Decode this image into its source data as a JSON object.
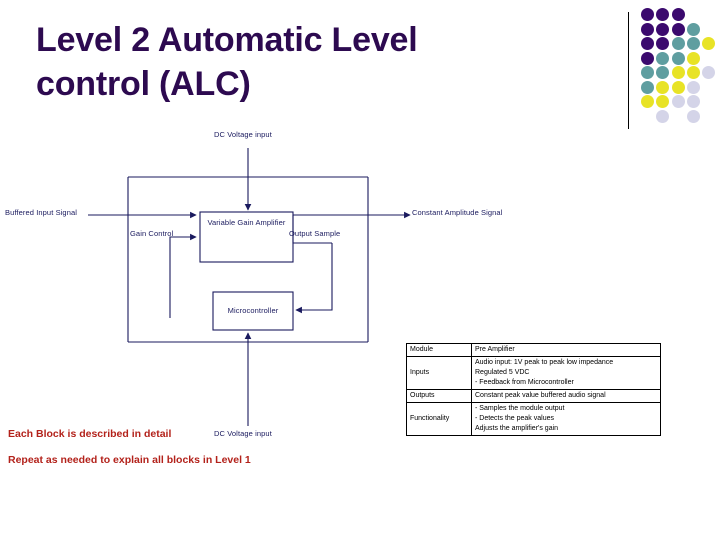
{
  "slide": {
    "title": "Level 2 Automatic Level\ncontrol (ALC)",
    "title_color": "#2d0a50"
  },
  "decoration": {
    "name": "dot-grid-motif",
    "colors": {
      "purple": "#3b0a6e",
      "teal": "#5f9ea0",
      "yellow": "#e8e326",
      "lavender": "#d4d4e8"
    },
    "dots": [
      {
        "col": 0,
        "row": 0,
        "color": "#3b0a6e"
      },
      {
        "col": 1,
        "row": 0,
        "color": "#3b0a6e"
      },
      {
        "col": 2,
        "row": 0,
        "color": "#3b0a6e"
      },
      {
        "col": 0,
        "row": 1,
        "color": "#3b0a6e"
      },
      {
        "col": 1,
        "row": 1,
        "color": "#3b0a6e"
      },
      {
        "col": 2,
        "row": 1,
        "color": "#3b0a6e"
      },
      {
        "col": 3,
        "row": 1,
        "color": "#5f9ea0"
      },
      {
        "col": 0,
        "row": 2,
        "color": "#3b0a6e"
      },
      {
        "col": 1,
        "row": 2,
        "color": "#3b0a6e"
      },
      {
        "col": 2,
        "row": 2,
        "color": "#5f9ea0"
      },
      {
        "col": 3,
        "row": 2,
        "color": "#5f9ea0"
      },
      {
        "col": 4,
        "row": 2,
        "color": "#e8e326"
      },
      {
        "col": 0,
        "row": 3,
        "color": "#3b0a6e"
      },
      {
        "col": 1,
        "row": 3,
        "color": "#5f9ea0"
      },
      {
        "col": 2,
        "row": 3,
        "color": "#5f9ea0"
      },
      {
        "col": 3,
        "row": 3,
        "color": "#e8e326"
      },
      {
        "col": 0,
        "row": 4,
        "color": "#5f9ea0"
      },
      {
        "col": 1,
        "row": 4,
        "color": "#5f9ea0"
      },
      {
        "col": 2,
        "row": 4,
        "color": "#e8e326"
      },
      {
        "col": 3,
        "row": 4,
        "color": "#e8e326"
      },
      {
        "col": 4,
        "row": 4,
        "color": "#d4d4e8"
      },
      {
        "col": 0,
        "row": 5,
        "color": "#5f9ea0"
      },
      {
        "col": 1,
        "row": 5,
        "color": "#e8e326"
      },
      {
        "col": 2,
        "row": 5,
        "color": "#e8e326"
      },
      {
        "col": 3,
        "row": 5,
        "color": "#d4d4e8"
      },
      {
        "col": 0,
        "row": 6,
        "color": "#e8e326"
      },
      {
        "col": 1,
        "row": 6,
        "color": "#e8e326"
      },
      {
        "col": 2,
        "row": 6,
        "color": "#d4d4e8"
      },
      {
        "col": 3,
        "row": 6,
        "color": "#d4d4e8"
      },
      {
        "col": 1,
        "row": 7,
        "color": "#d4d4e8"
      },
      {
        "col": 3,
        "row": 7,
        "color": "#d4d4e8"
      }
    ]
  },
  "diagram": {
    "name": "alc-block-diagram",
    "line_color": "#1a1a5e",
    "blocks": [
      {
        "id": "vga",
        "label": "Variable Gain\nAmplifier"
      },
      {
        "id": "mcu",
        "label": "Microcontroller"
      }
    ],
    "labels": {
      "dc_voltage_input_top": "DC Voltage input",
      "buffered_input_signal": "Buffered Input Signal",
      "gain_control": "Gain Control",
      "output_sample": "Output Sample",
      "constant_amplitude_signal": "Constant Amplitude Signal",
      "dc_voltage_input_bottom": "DC Voltage input",
      "variable_gain_amplifier": "Variable Gain\nAmplifier",
      "microcontroller": "Microcontroller"
    }
  },
  "notes": {
    "color": "#b3221b",
    "line1": "Each Block is described in detail",
    "line2": "Repeat as needed to explain all blocks in Level 1"
  },
  "spec_table": {
    "name": "module-spec-table",
    "rows": [
      {
        "key": "Module",
        "value": "Pre Amplifier"
      },
      {
        "key": "Inputs",
        "value": "   Audio input: 1V peak to peak low impedance\n   Regulated 5 VDC\n-  Feedback from Microcontroller"
      },
      {
        "key": "Outputs",
        "value": "Constant peak value buffered audio signal"
      },
      {
        "key": "Functionality",
        "value": "-  Samples the module output\n-  Detects the peak values\n   Adjusts the amplifier's gain"
      }
    ]
  }
}
